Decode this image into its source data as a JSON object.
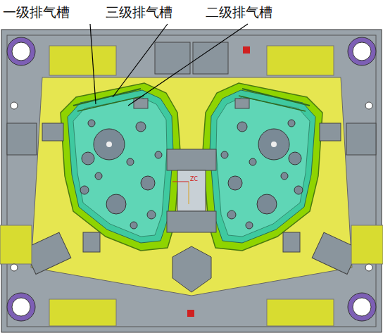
{
  "diagram": {
    "labels": [
      "一级排气槽",
      "三级排气槽",
      "二级排气槽",
      "ZC"
    ]
  }
}
